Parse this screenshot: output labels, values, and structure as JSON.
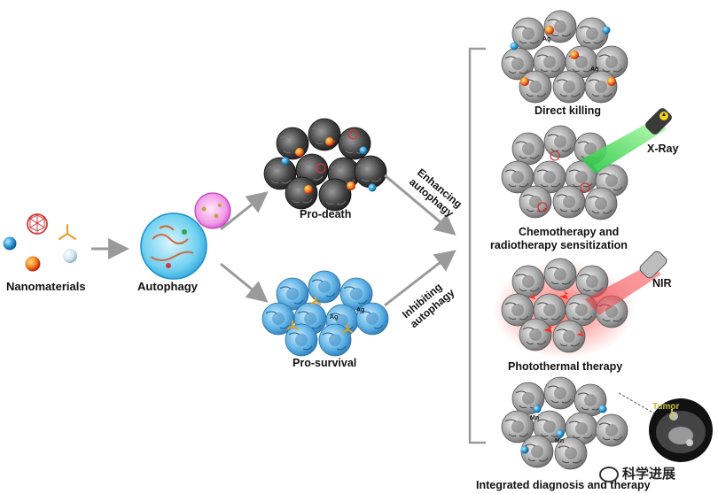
{
  "labels": {
    "nanomaterials": "Nanomaterials",
    "autophagy": "Autophagy",
    "pro_death": "Pro-death",
    "pro_survival": "Pro-survival",
    "enhancing": "Enhancing",
    "enhancing2": "autophagy",
    "inhibiting": "Inhibiting",
    "inhibiting2": "autophagy",
    "direct_killing": "Direct killing",
    "chemo_line1": "Chemotherapy and",
    "chemo_line2": "radiotherapy sensitization",
    "photothermal": "Photothermal therapy",
    "integrated": "Integrated diagnosis and therapy",
    "xray": "X-Ray",
    "nir": "NIR",
    "tumor": "Tumor",
    "ag": "Ag",
    "mn": "Mn"
  },
  "watermark": "科学进展",
  "colors": {
    "arrow": "#9a9a9a",
    "cell_gray": "#8c8c8c",
    "cell_dark": "#3a3a3a",
    "cell_blue": "#4aa3d8",
    "xray_green": "#37d65a",
    "nir_red": "#e8222b",
    "tumor_text": "#c9c23a"
  },
  "icons": [
    "cell-cluster-icon",
    "xray-lamp-icon",
    "nir-lamp-icon",
    "ct-scan-icon",
    "wechat-icon"
  ]
}
